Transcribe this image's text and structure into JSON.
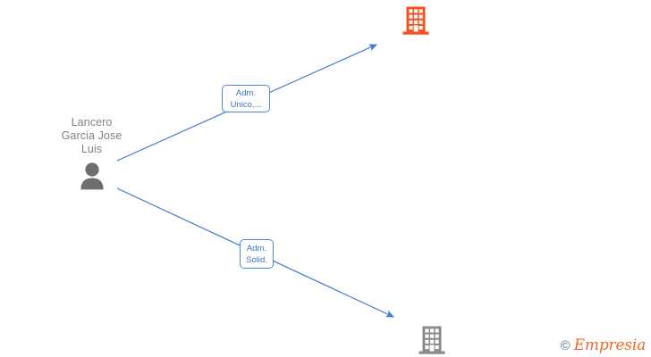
{
  "diagram": {
    "type": "relationship-graph",
    "background_color": "#ffffff",
    "person": {
      "name": "Lancero\nGarcia Jose\nLuis",
      "icon": "person-icon",
      "color": "#6e6e6e",
      "text_color": "#808080"
    },
    "companies": [
      {
        "id": "company-top",
        "icon": "building-icon",
        "color": "#f4511e"
      },
      {
        "id": "company-bottom",
        "icon": "building-icon",
        "color": "#8c8c8c"
      }
    ],
    "edges": [
      {
        "from": "person",
        "to": "company-top",
        "label_line1": "Adm.",
        "label_line2": "Unico,...",
        "color": "#4a86d8"
      },
      {
        "from": "person",
        "to": "company-bottom",
        "label_line1": "Adm.",
        "label_line2": "Solid.",
        "color": "#4a86d8"
      }
    ],
    "watermark": {
      "copyright": "©",
      "brand": "Empresia",
      "brand_color": "#f0682a",
      "copyright_color": "#4f7f8b"
    }
  }
}
